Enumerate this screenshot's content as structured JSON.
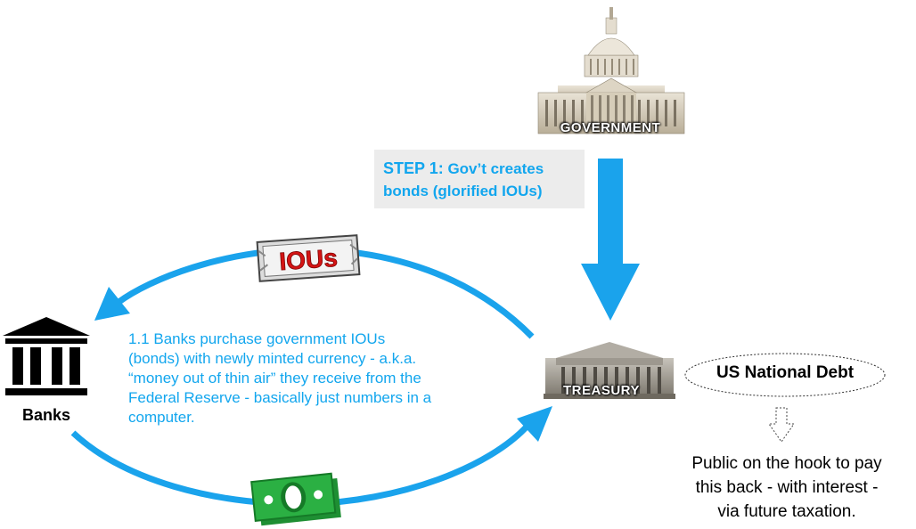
{
  "government_label": "GOVERNMENT",
  "treasury_label": "TREASURY",
  "step1": {
    "heading": "STEP 1:",
    "line1": "Gov’t creates",
    "line2": "bonds (glorified IOUs)"
  },
  "iou_label": "IOUs",
  "banks_label": "Banks",
  "purchase_text": {
    "line1": "1.1 Banks purchase government IOUs",
    "line2": "(bonds) with newly minted currency - a.k.a.",
    "line3": "“money out of thin air” they receive from the",
    "line4": "Federal Reserve - basically just numbers in a",
    "line5": "computer."
  },
  "debt_label": "US National Debt",
  "public_text": {
    "line1": "Public on the hook to pay",
    "line2": "this back - with interest -",
    "line3": "via future taxation."
  },
  "colors": {
    "arrow_blue": "#1aa3ec",
    "text_blue": "#12a6ee",
    "iou_red": "#d41414",
    "money_green": "#2bb043"
  }
}
